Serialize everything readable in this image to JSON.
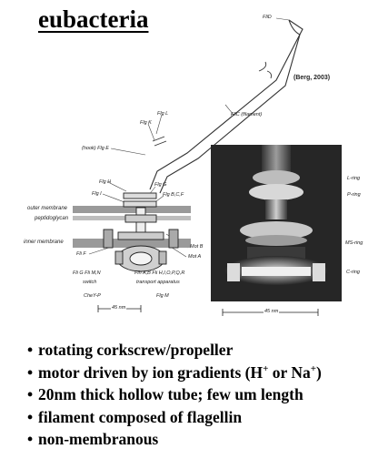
{
  "title": "eubacteria",
  "citation": "(Berg, 2003)",
  "labels": {
    "fli_d": "FliD",
    "fli_c": "FliC (filament)",
    "flg_l": "Flg L",
    "flg_k": "Flg K",
    "hook": "(hook) Flg E",
    "flg_h": "Flg H",
    "flg_g": "Flg G",
    "flg_i": "Flg I",
    "flg_bcf": "Flg B,C,F",
    "outer_membrane": "outer membrane",
    "peptidoglycan": "peptidoglycan",
    "inner_membrane": "inner membrane",
    "fli_f": "Fli F",
    "mot_b": "Mot B",
    "mot_a": "Mot A",
    "fli_gmn": "Fli G  Fli M,N",
    "switch": "switch",
    "transport": "Flh A,B  Fli H,I,O,P,Q,R",
    "transport_app": "transport apparatus",
    "chey": "CheY-P",
    "flg_m": "Flg M",
    "scale_left": "45 nm",
    "scale_right": "45 nm",
    "l_ring": "L-ring",
    "p_ring": "P-ring",
    "ms_ring": "MS-ring",
    "c_ring": "C-ring"
  },
  "bullets": [
    {
      "text": "rotating corkscrew/propeller"
    },
    {
      "pre": "motor driven by ion gradients (H",
      "sup1": "+",
      "mid": " or Na",
      "sup2": "+",
      "post": ")"
    },
    {
      "text": "20nm thick hollow tube; few um length"
    },
    {
      "text": "filament composed of flagellin"
    },
    {
      "text": "non-membranous"
    }
  ]
}
